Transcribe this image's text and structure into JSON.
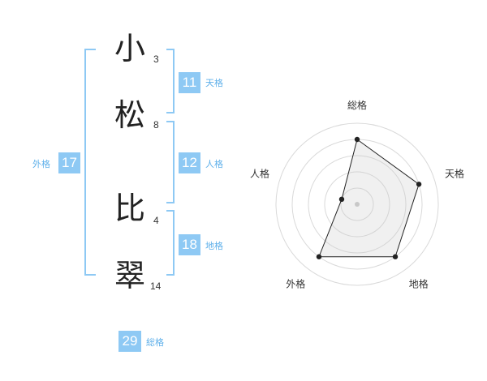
{
  "name": {
    "surname": [
      {
        "char": "小",
        "strokes": "3"
      },
      {
        "char": "松",
        "strokes": "8"
      }
    ],
    "given": [
      {
        "char": "比",
        "strokes": "4"
      },
      {
        "char": "翠",
        "strokes": "14"
      }
    ]
  },
  "kakusu": {
    "tenkaku": {
      "value": "11",
      "label": "天格"
    },
    "jinkaku": {
      "value": "12",
      "label": "人格"
    },
    "chikaku": {
      "value": "18",
      "label": "地格"
    },
    "gaikaku": {
      "value": "17",
      "label": "外格"
    },
    "soukaku": {
      "value": "29",
      "label": "総格"
    }
  },
  "colors": {
    "badge": "#8ec9f4",
    "badge_label": "#5fb0ea",
    "bracket": "#8ec9f4"
  },
  "chart_data": {
    "type": "radar",
    "axes": [
      "総格",
      "天格",
      "地格",
      "外格",
      "人格"
    ],
    "values": [
      4,
      4,
      4,
      4,
      1
    ],
    "max": 5,
    "rings": 5
  }
}
